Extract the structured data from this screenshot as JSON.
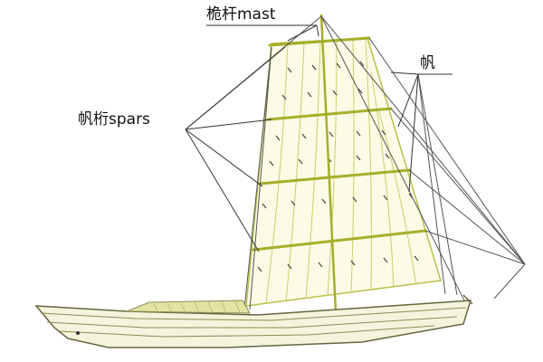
{
  "labels": {
    "mast": "桅杆mast",
    "sail": "帆",
    "spars": "帆桁spars"
  },
  "colors": {
    "sail": "#b9c04a",
    "sail_fill": "#fbfbe6",
    "hull": "#666640",
    "hull_fill": "#f4f4dc",
    "line": "#555555"
  }
}
